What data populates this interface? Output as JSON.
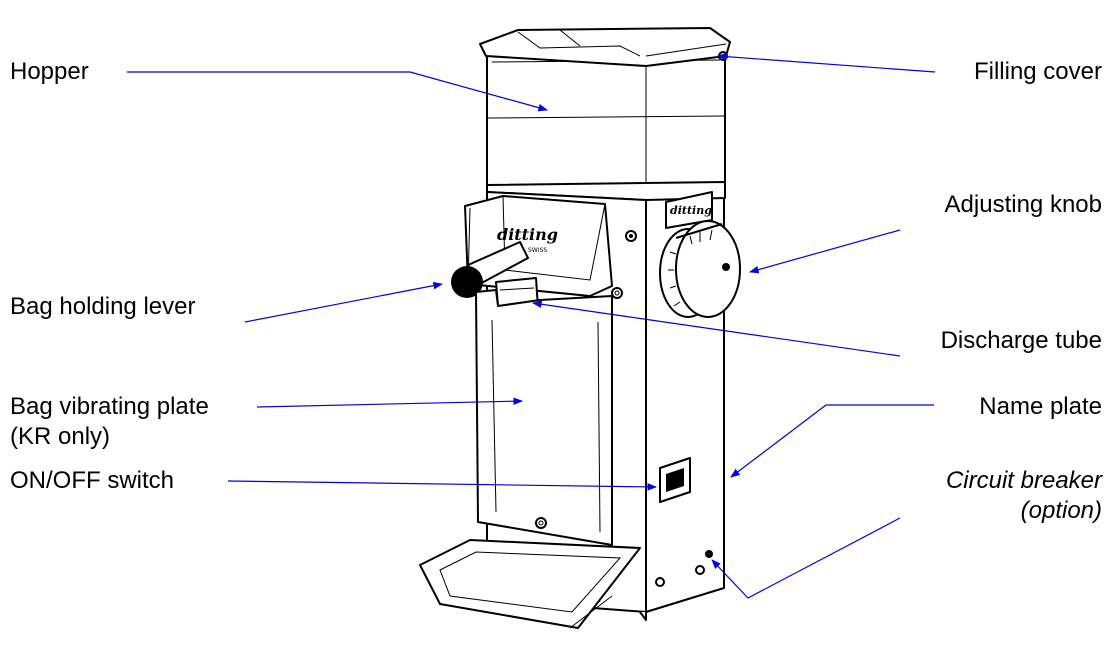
{
  "labels": {
    "hopper": "Hopper",
    "filling_cover": "Filling cover",
    "adjusting_knob": "Adjusting knob",
    "bag_holding_lever": "Bag holding lever",
    "discharge_tube": "Discharge tube",
    "bag_vibrating_plate": "Bag vibrating plate",
    "bag_vibrating_plate_note": "(KR only)",
    "name_plate": "Name plate",
    "on_off_switch": "ON/OFF switch",
    "circuit_breaker": "Circuit breaker",
    "circuit_breaker_note": "(option)"
  },
  "logo": {
    "brand": "ditting",
    "sub": "SWISS"
  },
  "colors": {
    "leader_lines": "#0000ee",
    "ink": "#000000",
    "background": "#ffffff"
  }
}
